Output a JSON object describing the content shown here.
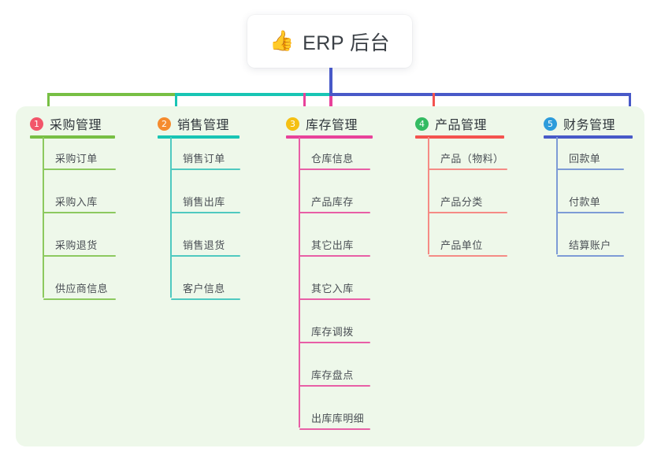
{
  "root": {
    "emoji": "👍",
    "emoji_name": "thumbs-up-icon",
    "title": "ERP 后台"
  },
  "palette": {
    "panel_bg": "#eef8ea",
    "card_bg": "#ffffff",
    "text_dark": "#2f353b",
    "text_leaf": "#4a4f55",
    "green": "#77bf44",
    "teal": "#18c5b4",
    "pink": "#e8429a",
    "red": "#f4534f",
    "blue": "#4859c8",
    "stem_top": "#4859c8",
    "stem_bottom": "#e8429a",
    "badge_1": "#f2566a",
    "badge_2": "#f58b2e",
    "badge_3": "#f5c013",
    "badge_4": "#34bb62",
    "badge_5": "#2d9cdb",
    "leaf_green": "#8cc95f",
    "leaf_teal": "#4fc9c0",
    "leaf_pink": "#e85fa6",
    "leaf_red": "#f58b85",
    "leaf_blue": "#7d9bd6"
  },
  "columns": [
    {
      "number": "1",
      "title": "采购管理",
      "badge_color": "#f2566a",
      "accent": "#77bf44",
      "leaf_accent": "#8cc95f",
      "items": [
        {
          "label": "采购订单"
        },
        {
          "label": "采购入库"
        },
        {
          "label": "采购退货"
        },
        {
          "label": "供应商信息"
        }
      ]
    },
    {
      "number": "2",
      "title": "销售管理",
      "badge_color": "#f58b2e",
      "accent": "#18c5b4",
      "leaf_accent": "#4fc9c0",
      "items": [
        {
          "label": "销售订单"
        },
        {
          "label": "销售出库"
        },
        {
          "label": "销售退货"
        },
        {
          "label": "客户信息"
        }
      ]
    },
    {
      "number": "3",
      "title": "库存管理",
      "badge_color": "#f5c013",
      "accent": "#e8429a",
      "leaf_accent": "#e85fa6",
      "items": [
        {
          "label": "仓库信息"
        },
        {
          "label": "产品库存"
        },
        {
          "label": "其它出库"
        },
        {
          "label": "其它入库"
        },
        {
          "label": "库存调拨"
        },
        {
          "label": "库存盘点"
        },
        {
          "label": "出库库明细"
        }
      ]
    },
    {
      "number": "4",
      "title": "产品管理",
      "badge_color": "#34bb62",
      "accent": "#f4534f",
      "leaf_accent": "#f58b85",
      "items": [
        {
          "label": "产品（物料）"
        },
        {
          "label": "产品分类"
        },
        {
          "label": "产品单位"
        }
      ]
    },
    {
      "number": "5",
      "title": "财务管理",
      "badge_color": "#2d9cdb",
      "accent": "#4859c8",
      "leaf_accent": "#7d9bd6",
      "items": [
        {
          "label": "回款单"
        },
        {
          "label": "付款单"
        },
        {
          "label": "结算账户"
        }
      ]
    }
  ]
}
